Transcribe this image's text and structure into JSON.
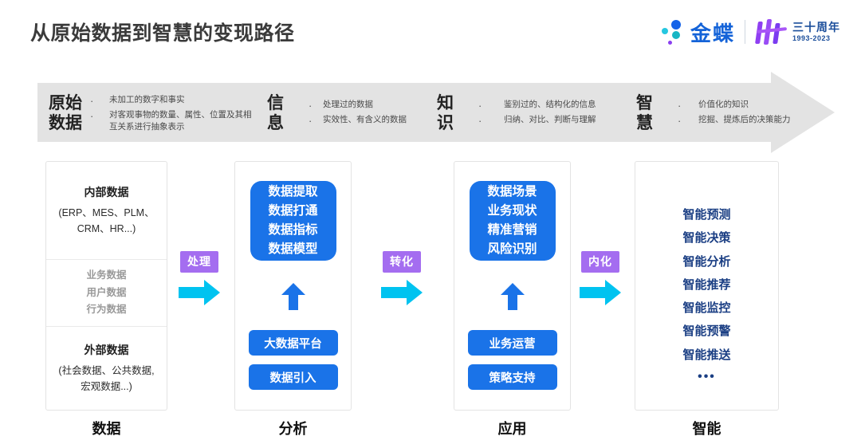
{
  "header": {
    "title": "从原始数据到智慧的变现路径",
    "brand_name": "金蝶",
    "anniversary_cn": "三十周年",
    "anniversary_years": "1993-2023"
  },
  "band": {
    "stages": [
      {
        "head": "原始\n数据",
        "bullets": [
          "未加工的数字和事实",
          "对客观事物的数量、属性、位置及其相互关系进行抽象表示"
        ]
      },
      {
        "head": "信\n息",
        "bullets": [
          "处理过的数据",
          "实效性、有含义的数据"
        ]
      },
      {
        "head": "知\n识",
        "bullets": [
          "鉴别过的、结构化的信息",
          "归纳、对比、判断与理解"
        ]
      },
      {
        "head": "智\n慧",
        "bullets": [
          "价值化的知识",
          "挖掘、提炼后的决策能力"
        ]
      }
    ],
    "bullet_marker": "·"
  },
  "columns": {
    "data": {
      "bottom_label": "数据",
      "internal_title": "内部数据",
      "internal_sub": "(ERP、MES、PLM、\nCRM、HR...)",
      "middle_items": "业务数据\n用户数据\n行为数据",
      "external_title": "外部数据",
      "external_sub": "(社会数据、公共数据,\n宏观数据...)"
    },
    "analysis": {
      "bottom_label": "分析",
      "bigbox": "数据提取\n数据打通\n数据指标\n数据模型",
      "pill1": "大数据平台",
      "pill2": "数据引入"
    },
    "application": {
      "bottom_label": "应用",
      "bigbox": "数据场景\n业务现状\n精准营销\n风险识别",
      "pill1": "业务运营",
      "pill2": "策略支持"
    },
    "intelligence": {
      "bottom_label": "智能",
      "items": [
        "智能预测",
        "智能决策",
        "智能分析",
        "智能推荐",
        "智能监控",
        "智能预警",
        "智能推送"
      ],
      "ellipsis": "•••"
    }
  },
  "connectors": [
    {
      "label": "处理"
    },
    {
      "label": "转化"
    },
    {
      "label": "内化"
    }
  ],
  "colors": {
    "band_gray": "#e3e3e3",
    "blue": "#1a73e8",
    "navy": "#1b3f84",
    "purple": "#a46df0",
    "cyan": "#00c3f0",
    "brand_blue": "#1463d8"
  }
}
